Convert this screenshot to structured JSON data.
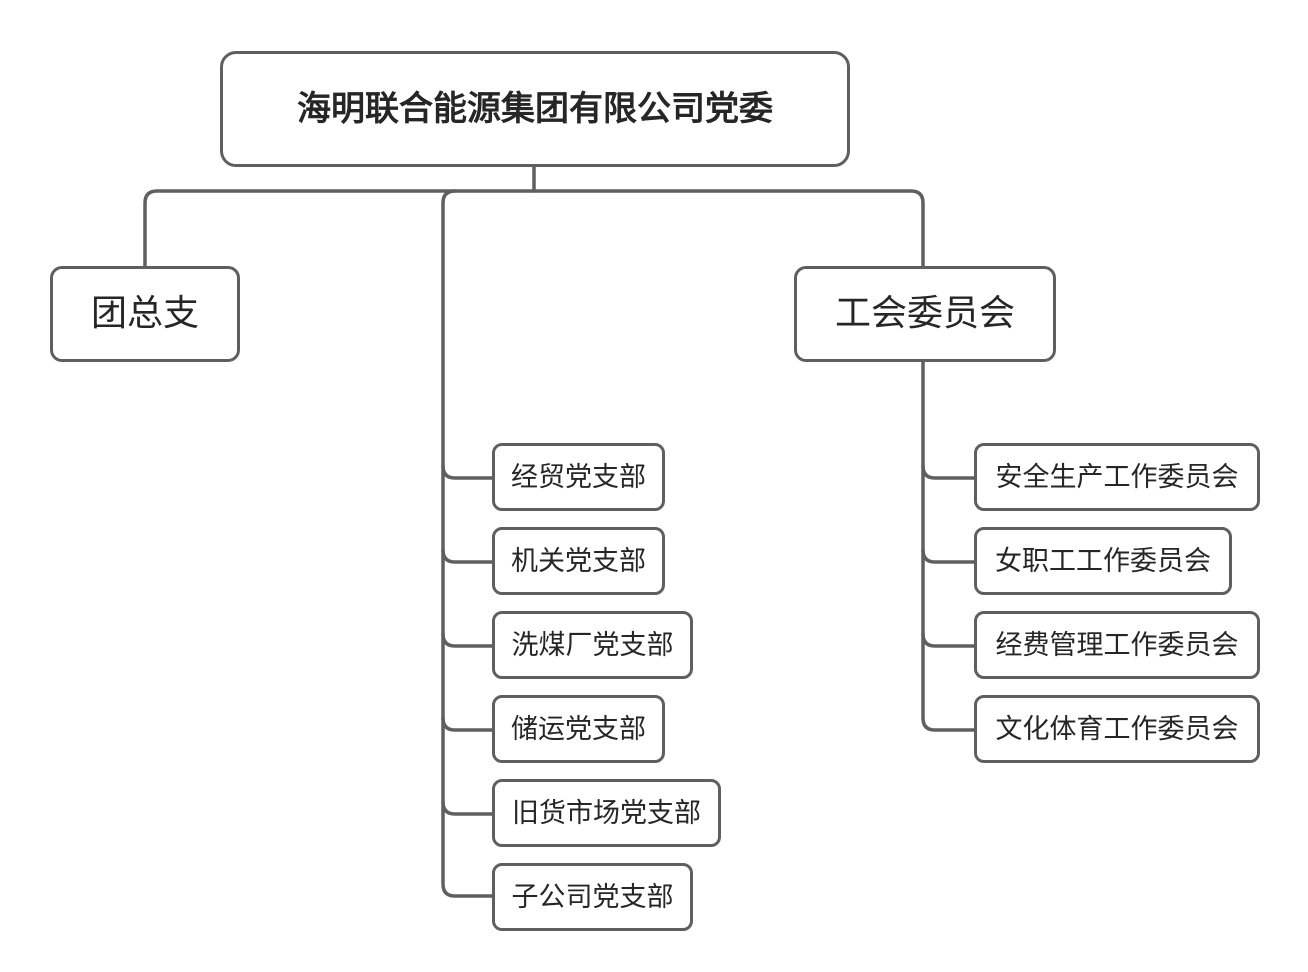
{
  "root": {
    "label": "海明联合能源集团有限公司党委"
  },
  "level1": {
    "tuanzongzhi": "团总支",
    "gonghui": "工会委员会"
  },
  "party_branches": [
    "经贸党支部",
    "机关党支部",
    "洗煤厂党支部",
    "储运党支部",
    "旧货市场党支部",
    "子公司党支部"
  ],
  "union_committees": [
    "安全生产工作委员会",
    "女职工工作委员会",
    "经费管理工作委员会",
    "文化体育工作委员会"
  ],
  "colors": {
    "stroke": "#5f5f5f",
    "text": "#262626",
    "background": "#ffffff"
  }
}
